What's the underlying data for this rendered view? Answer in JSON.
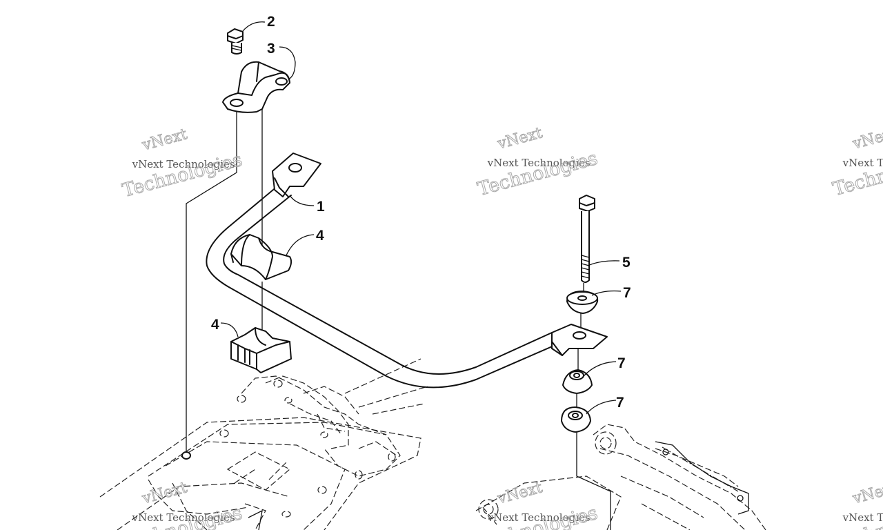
{
  "callouts": [
    {
      "id": "c2",
      "label": "2"
    },
    {
      "id": "c3",
      "label": "3"
    },
    {
      "id": "c1",
      "label": "1"
    },
    {
      "id": "c4a",
      "label": "4"
    },
    {
      "id": "c4b",
      "label": "4"
    },
    {
      "id": "c5",
      "label": "5"
    },
    {
      "id": "c7a",
      "label": "7"
    },
    {
      "id": "c7b",
      "label": "7"
    },
    {
      "id": "c7c",
      "label": "7"
    }
  ],
  "watermark": {
    "line1": "vNext Technologies",
    "line2": "Technologies",
    "top": "vNext"
  }
}
